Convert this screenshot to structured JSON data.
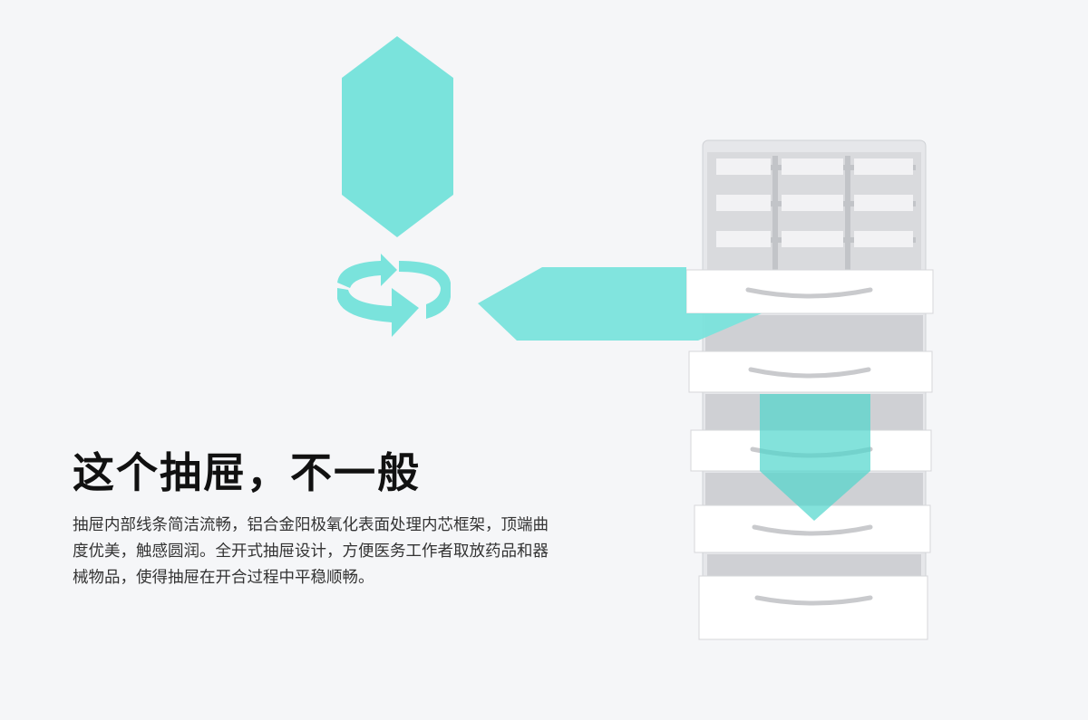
{
  "headline": "这个抽屉，不一般",
  "description": "抽屉内部线条简洁流畅，铝合金阳极氧化表面处理内芯框架，顶端曲度优美，触感圆润。全开式抽屉设计，方便医务工作者取放药品和器械物品，使得抽屉在开合过程中平稳顺畅。",
  "colors": {
    "accent": "#7ae3dc",
    "background": "#f5f6f8",
    "cabinet": "#ffffff"
  },
  "icons": [
    "hexagon-shape",
    "rotate-icon",
    "left-arrow-shape",
    "down-arrow-shape"
  ]
}
